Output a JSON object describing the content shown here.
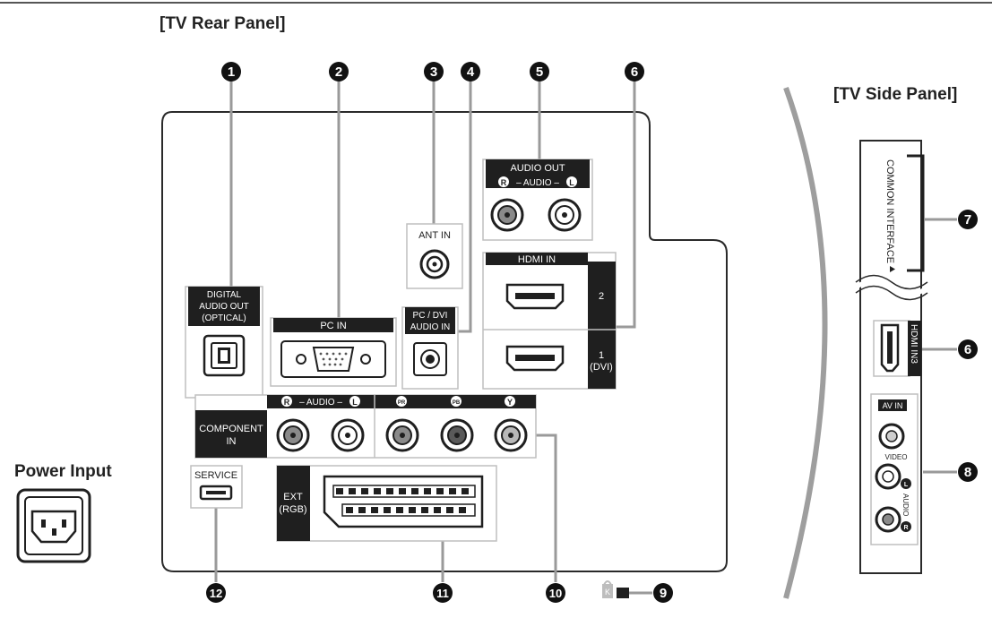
{
  "titles": {
    "rear_panel": "[TV Rear Panel]",
    "side_panel": "[TV Side Panel]",
    "power_input": "Power Input"
  },
  "callouts": {
    "n1": "1",
    "n2": "2",
    "n3": "3",
    "n4": "4",
    "n5": "5",
    "n6": "6",
    "n7": "7",
    "n6b": "6",
    "n8": "8",
    "n9": "9",
    "n10": "10",
    "n11": "11",
    "n12": "12"
  },
  "rear": {
    "digital_audio_out": [
      "DIGITAL",
      "AUDIO OUT",
      "(OPTICAL)"
    ],
    "pc_in": "PC IN",
    "ant_in": "ANT IN",
    "pc_dvi_audio_in": [
      "PC / DVI",
      "AUDIO IN"
    ],
    "audio_out": "AUDIO OUT",
    "audio_out_channels": {
      "r": "R",
      "sep": "– AUDIO –",
      "l": "L"
    },
    "hdmi_in": "HDMI IN",
    "hdmi_2": "2",
    "hdmi_1": [
      "1",
      "(DVI)"
    ],
    "component_in": [
      "COMPONENT",
      "IN"
    ],
    "component_audio": {
      "r": "R",
      "sep": "– AUDIO –",
      "l": "L"
    },
    "component_video": {
      "pr": "PR",
      "pb": "PB",
      "y": "Y"
    },
    "service": "SERVICE",
    "ext_rgb": [
      "EXT",
      "(RGB)"
    ],
    "lock_letter": "K"
  },
  "side": {
    "common_interface": "COMMON INTERFACE",
    "hdmi_in3": "HDMI IN3",
    "av_in": "AV IN",
    "video": "VIDEO",
    "audio": "AUDIO",
    "l": "L",
    "r": "R"
  },
  "colors": {
    "panel_stroke": "#2a2a2a",
    "leader_line": "#9a9a9a",
    "label_black": "#1f1f1f",
    "port_gray": "#cfcfcf",
    "rca_red": "#8a8a8a"
  }
}
